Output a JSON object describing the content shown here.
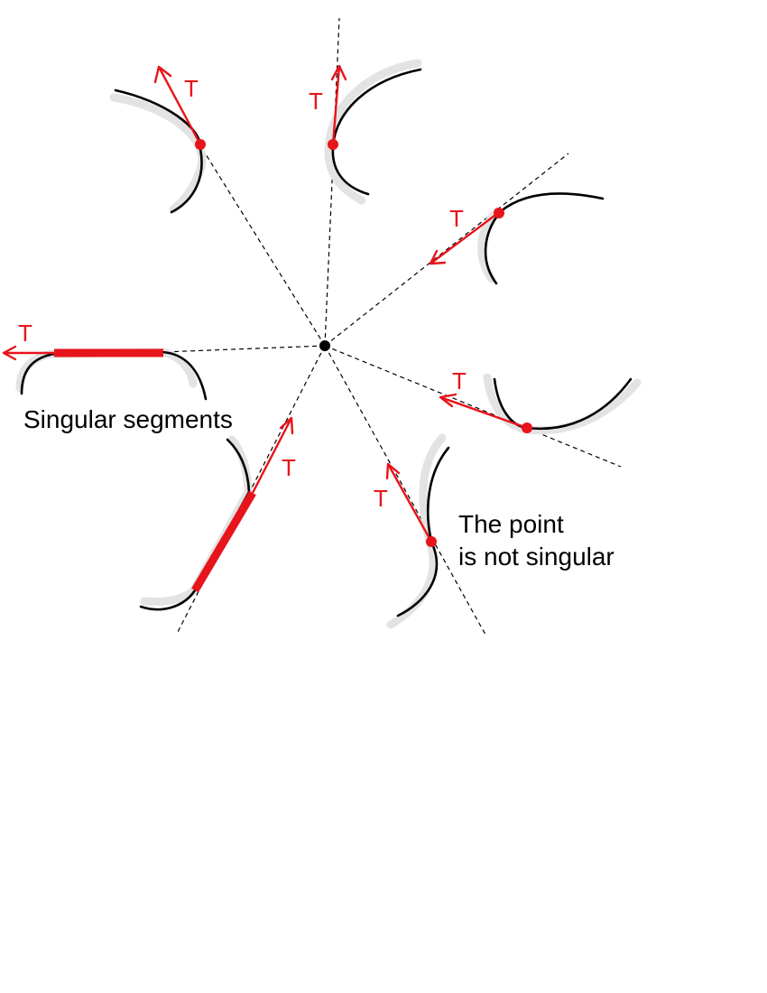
{
  "labels": {
    "tangent": "T",
    "singular_segments": "Singular segments",
    "not_singular_line1": "The point",
    "not_singular_line2": "is not singular"
  },
  "colors": {
    "tangent": "#e8141b",
    "curve": "#000000",
    "shading": "#e3e3e3",
    "center": "#000000"
  }
}
